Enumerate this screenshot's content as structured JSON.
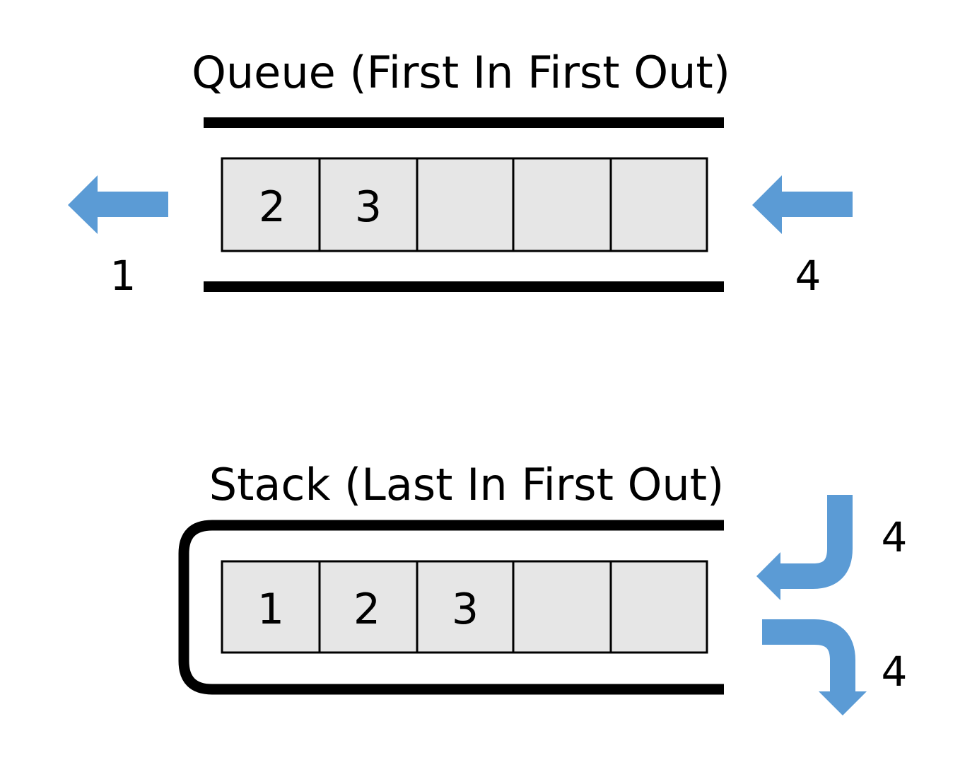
{
  "colors": {
    "arrow": "#5b9bd5",
    "cell_fill": "#e6e6e6",
    "stroke": "#000000",
    "background": "#ffffff"
  },
  "queue": {
    "title": "Queue (First In First Out)",
    "cells": [
      "2",
      "3",
      "",
      "",
      ""
    ],
    "dequeued_label": "1",
    "enqueued_label": "4",
    "icons": {
      "out_arrow": "arrow-left-icon",
      "in_arrow": "arrow-left-icon"
    }
  },
  "stack": {
    "title": "Stack (Last In First Out)",
    "cells": [
      "1",
      "2",
      "3",
      "",
      ""
    ],
    "push_label": "4",
    "pop_label": "4",
    "icons": {
      "push_arrow": "curved-arrow-down-left-icon",
      "pop_arrow": "curved-arrow-right-down-icon"
    }
  }
}
